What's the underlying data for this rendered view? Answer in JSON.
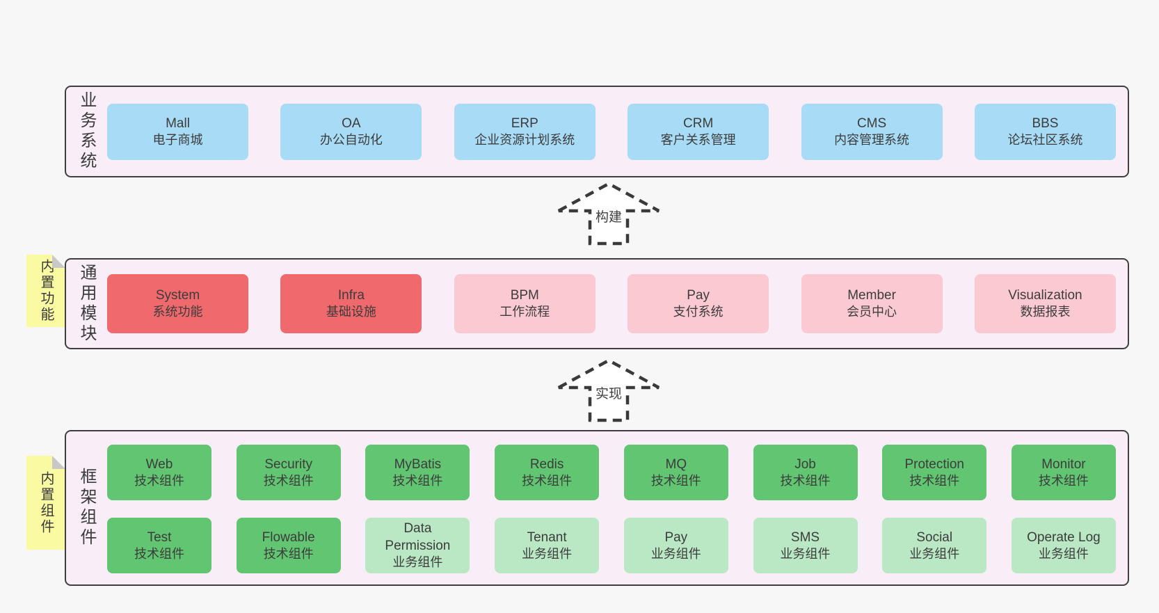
{
  "colors": {
    "page_background": "#f7f7f7",
    "band_fill": "#f9eef7",
    "band_border": "#3f3f3f",
    "business_box_blue": "#a8dbf5",
    "core_module_red": "#f0696c",
    "module_pink": "#fbc9d2",
    "tech_component_green": "#61c571",
    "biz_component_light_green": "#bae7c4",
    "sticky_yellow": "#fafaa3",
    "sticky_fold_gray": "#c8c8c8",
    "text": "#3c3c3c"
  },
  "stickies": [
    {
      "label": "内置功能"
    },
    {
      "label": "内置组件"
    }
  ],
  "arrows": [
    {
      "label": "构建"
    },
    {
      "label": "实现"
    }
  ],
  "bands": {
    "business": {
      "label": "业务系统",
      "items": [
        {
          "title": "Mall",
          "subtitle": "电子商城"
        },
        {
          "title": "OA",
          "subtitle": "办公自动化"
        },
        {
          "title": "ERP",
          "subtitle": "企业资源计划系统"
        },
        {
          "title": "CRM",
          "subtitle": "客户关系管理"
        },
        {
          "title": "CMS",
          "subtitle": "内容管理系统"
        },
        {
          "title": "BBS",
          "subtitle": "论坛社区系统"
        }
      ]
    },
    "modules": {
      "label": "通用模块",
      "items": [
        {
          "title": "System",
          "subtitle": "系统功能"
        },
        {
          "title": "Infra",
          "subtitle": "基础设施"
        },
        {
          "title": "BPM",
          "subtitle": "工作流程"
        },
        {
          "title": "Pay",
          "subtitle": "支付系统"
        },
        {
          "title": "Member",
          "subtitle": "会员中心"
        },
        {
          "title": "Visualization",
          "subtitle": "数据报表"
        }
      ]
    },
    "components": {
      "label": "框架组件",
      "row1": [
        {
          "title": "Web",
          "subtitle": "技术组件"
        },
        {
          "title": "Security",
          "subtitle": "技术组件"
        },
        {
          "title": "MyBatis",
          "subtitle": "技术组件"
        },
        {
          "title": "Redis",
          "subtitle": "技术组件"
        },
        {
          "title": "MQ",
          "subtitle": "技术组件"
        },
        {
          "title": "Job",
          "subtitle": "技术组件"
        },
        {
          "title": "Protection",
          "subtitle": "技术组件"
        },
        {
          "title": "Monitor",
          "subtitle": "技术组件"
        }
      ],
      "row2": [
        {
          "title": "Test",
          "subtitle": "技术组件"
        },
        {
          "title": "Flowable",
          "subtitle": "技术组件"
        },
        {
          "title": "Data Permission",
          "subtitle": "业务组件"
        },
        {
          "title": "Tenant",
          "subtitle": "业务组件"
        },
        {
          "title": "Pay",
          "subtitle": "业务组件"
        },
        {
          "title": "SMS",
          "subtitle": "业务组件"
        },
        {
          "title": "Social",
          "subtitle": "业务组件"
        },
        {
          "title": "Operate Log",
          "subtitle": "业务组件"
        }
      ]
    }
  }
}
